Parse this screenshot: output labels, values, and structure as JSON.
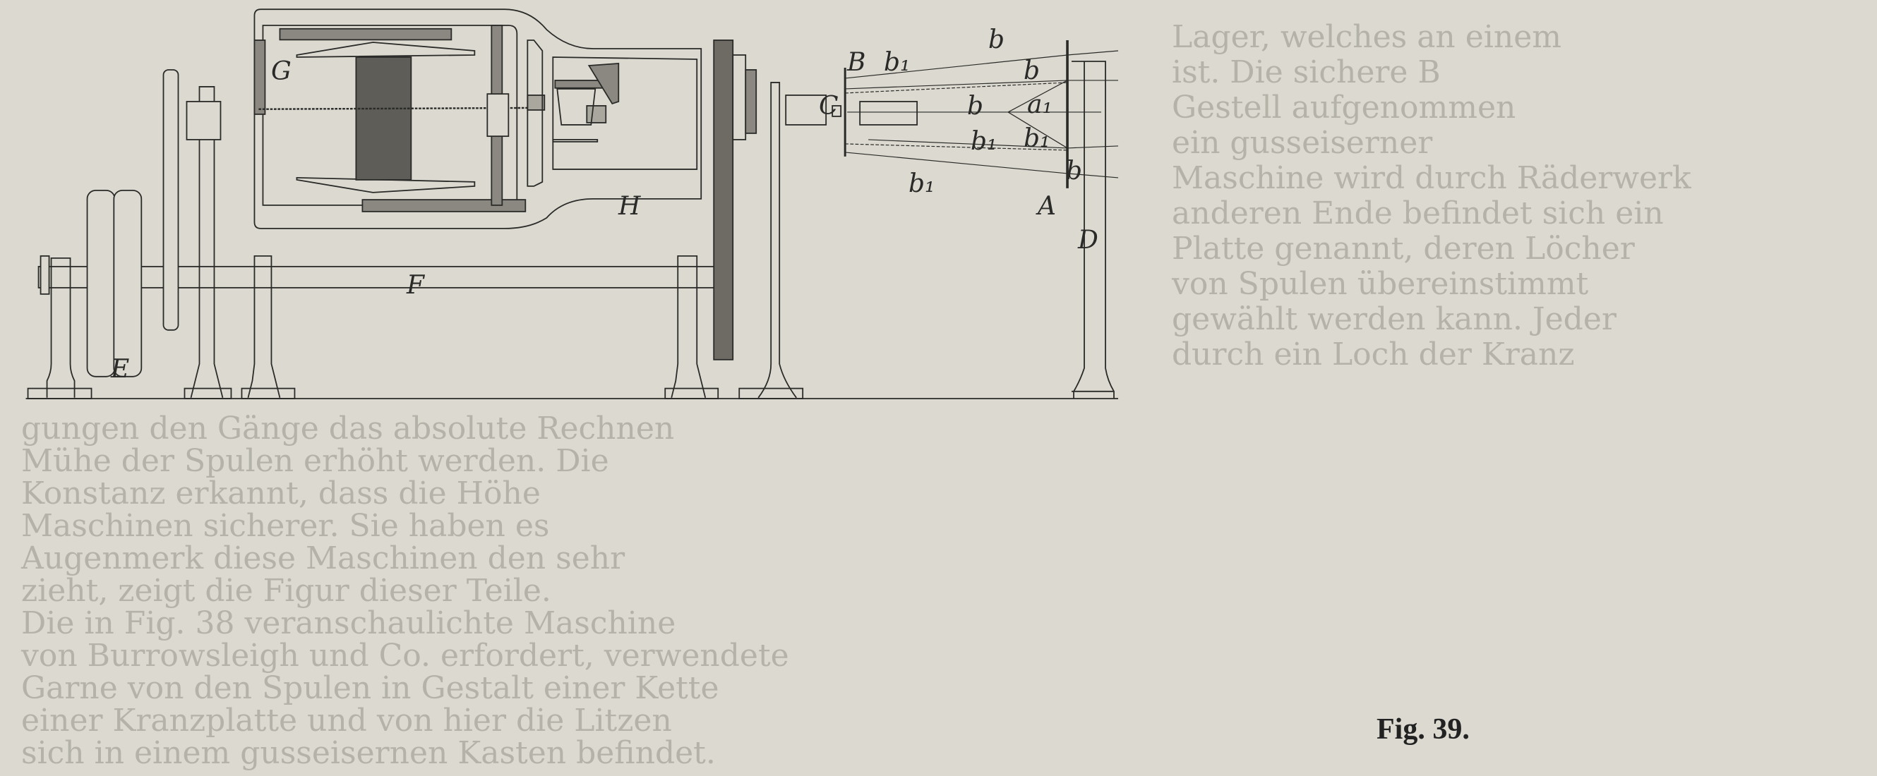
{
  "figure": {
    "caption": "Fig. 39."
  },
  "labels": {
    "E": "E",
    "F": "F",
    "G": "G",
    "H": "H",
    "C": "C",
    "B": "B",
    "A": "A",
    "D": "D",
    "b": "b",
    "b1": "b₁",
    "a1": "a₁"
  },
  "background_text": {
    "middle_column": [
      "gungen den Gänge das absolute Rechnen",
      "Mühe der Spulen erhöht werden. Die",
      "Konstanz erkannt, dass die Höhe",
      "Maschinen sicherer. Sie haben es",
      "Augenmerk diese Maschinen den sehr",
      "zieht, zeigt die Figur dieser Teile.",
      "Die in Fig. 38 veranschaulichte Maschine",
      "von Burrowsleigh und Co. erfordert, verwendete",
      "Garne von den Spulen in Gestalt einer Kette",
      "einer Kranzplatte und von hier die Litzen",
      "sich in einem gusseisernen Kasten befindet."
    ],
    "right_column": [
      "Lager, welches an einem",
      "ist. Die sichere B",
      "Gestell aufgenommen",
      "ein gusseiserner",
      "Maschine wird durch Räderwerk",
      "anderen Ende befindet sich ein",
      "Platte genannt, deren Löcher",
      "von Spulen übereinstimmt",
      "gewählt werden kann. Jeder",
      "durch ein Loch der Kranz"
    ]
  },
  "colors": {
    "paper": "#dcdad0",
    "ink": "#2a2a28",
    "show_through": "#c2c0b6"
  }
}
